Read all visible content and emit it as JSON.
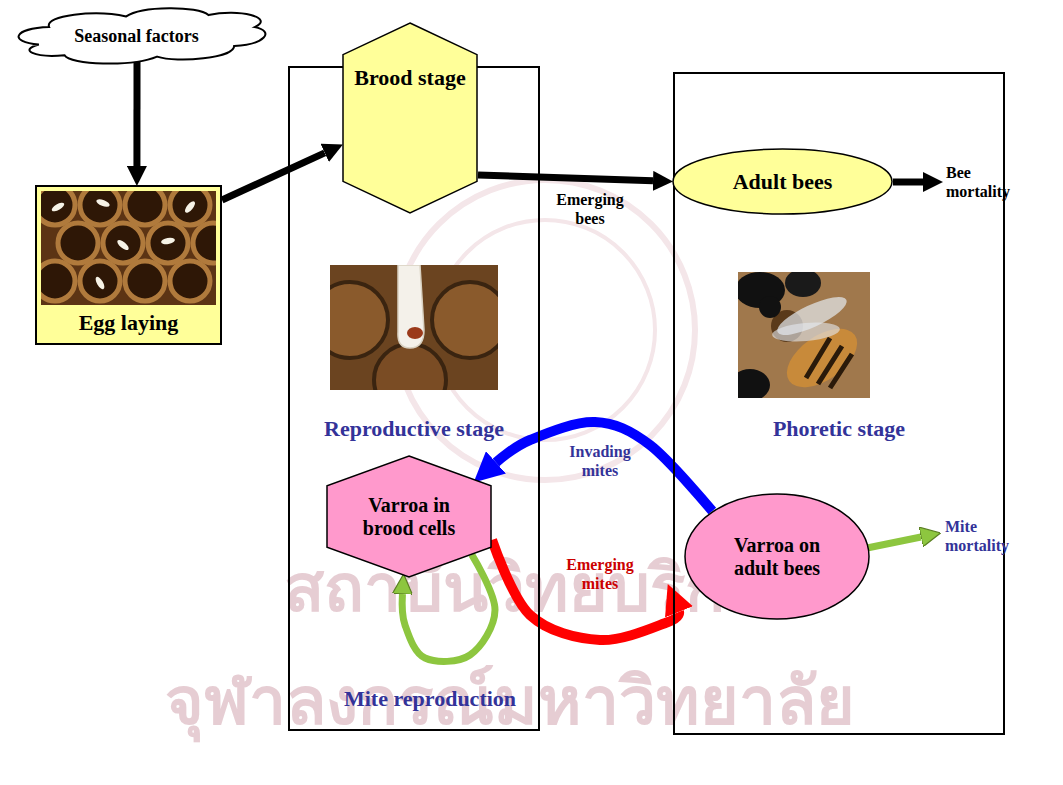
{
  "diagram": {
    "nodes": [
      {
        "text": [
          "Seasonal factors"
        ]
      },
      {
        "text": [
          "Egg laying"
        ]
      },
      {
        "text": [
          "Reproductive stage"
        ]
      },
      {
        "text": [
          "Brood stage"
        ],
        "in": 2
      },
      {
        "text": [
          "Varroa in brood cells"
        ],
        "in": 2
      },
      {
        "text": [
          "Phoretic stage"
        ]
      },
      {
        "text": [
          "Adult bees"
        ],
        "in": 5
      },
      {
        "text": [
          "Varroa on adult bees"
        ],
        "in": 5
      }
    ],
    "edges": [
      {
        "from": 0,
        "to": 1,
        "arrow": "to"
      },
      {
        "from": 1,
        "to": 3,
        "arrow": "to"
      },
      {
        "from": 3,
        "to": 6,
        "label": "Emerging bees",
        "arrow": "to"
      },
      {
        "from": 7,
        "to": 4,
        "label": "Invading mites",
        "arrow": "to"
      },
      {
        "from": 4,
        "to": 7,
        "label": "Emerging mites",
        "arrow": "to"
      },
      {
        "from": 4,
        "to": 4,
        "label": "Mite reproduction",
        "arrow": "to"
      }
    ],
    "labels": [
      "Bee mortality",
      "Mite mortality",
      "สถาบันวิทยบริการ",
      "จุฬาลงกรณ์มหาวิทยาลัย"
    ]
  }
}
